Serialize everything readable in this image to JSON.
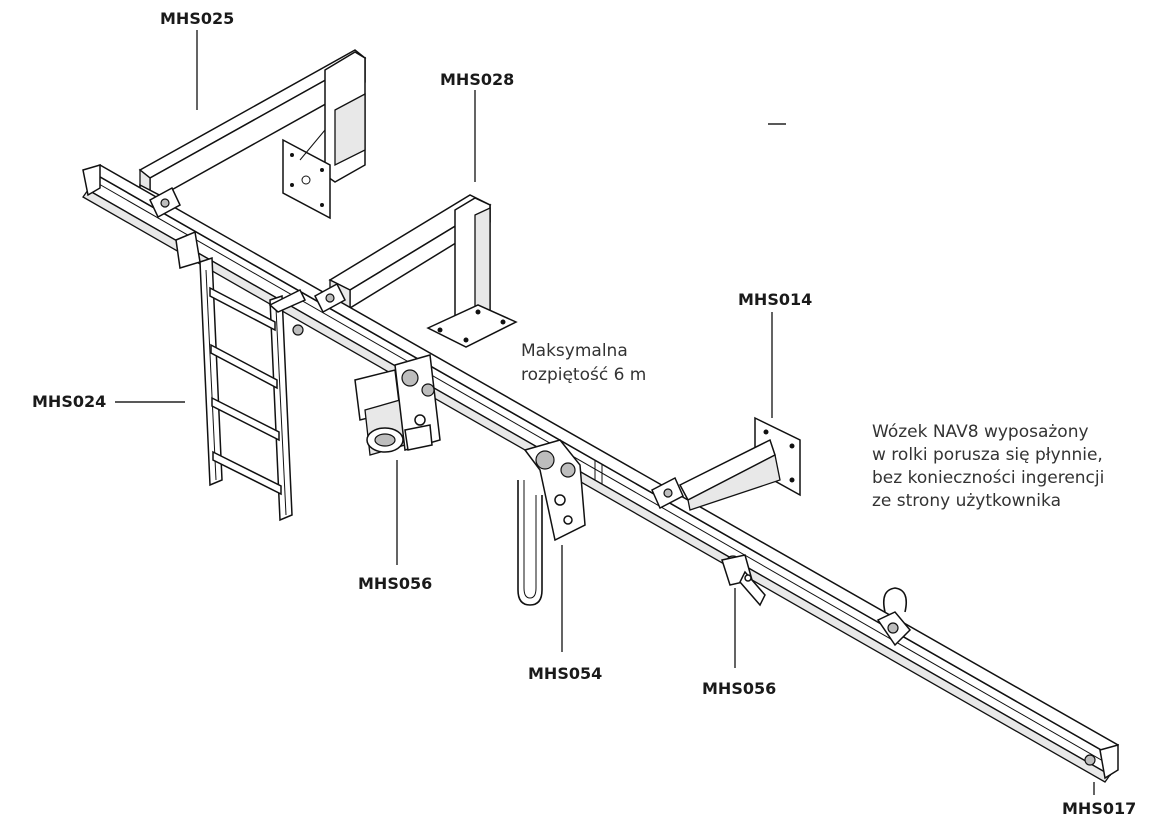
{
  "labels": {
    "mhs025": "MHS025",
    "mhs028": "MHS028",
    "mhs024": "MHS024",
    "mhs014": "MHS014",
    "mhs056_left": "MHS056",
    "mhs054": "MHS054",
    "mhs056_right": "MHS056",
    "mhs017": "MHS017"
  },
  "notes": {
    "span_line1": "Maksymalna",
    "span_line2": "rozpiętość 6 m",
    "trolley_line1": "Wózek NAV8 wyposażony",
    "trolley_line2": "w rolki porusza się płynnie,",
    "trolley_line3": "bez konieczności ingerencji",
    "trolley_line4": "ze strony użytkownika"
  }
}
